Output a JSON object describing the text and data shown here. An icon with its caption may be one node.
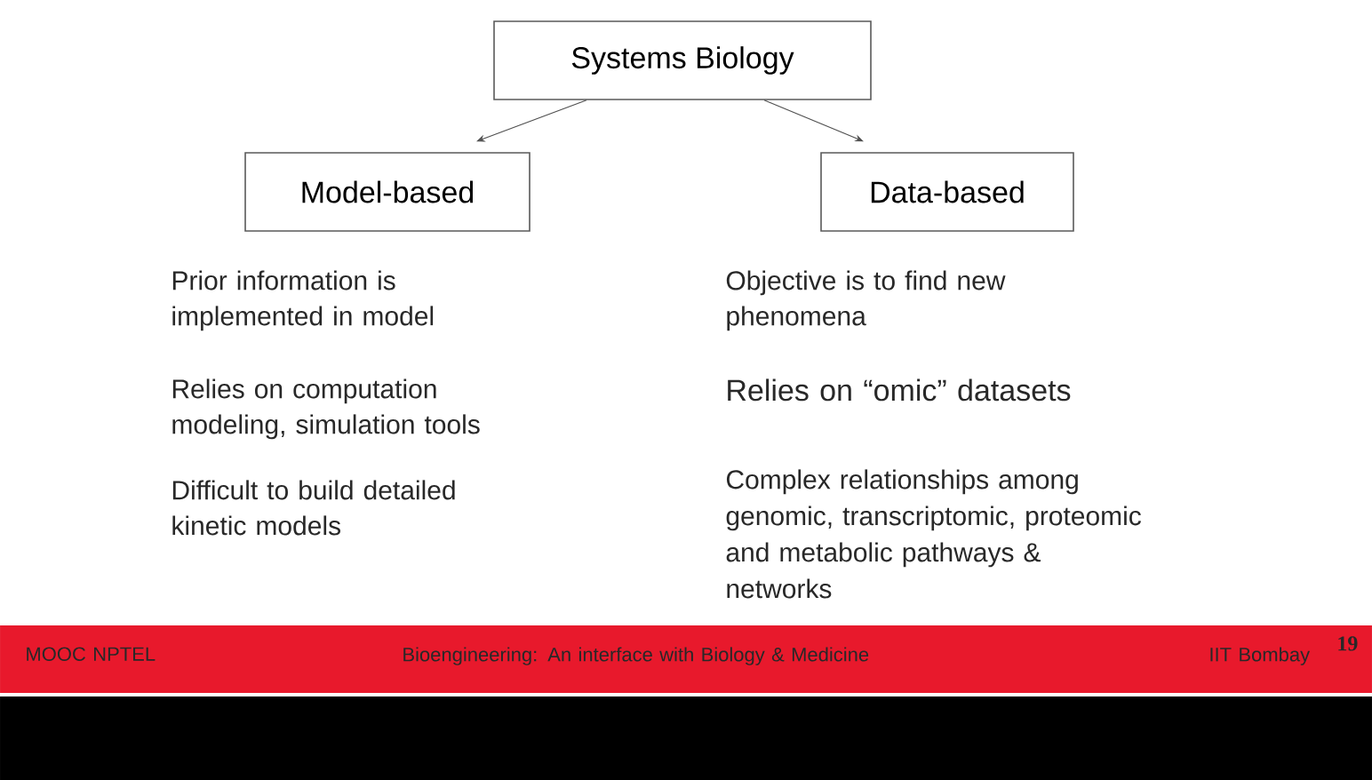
{
  "diagram": {
    "nodes": [
      {
        "text": [
          "Systems Biology"
        ]
      },
      {
        "text": [
          "Model-based"
        ]
      },
      {
        "text": [
          "Data-based"
        ]
      }
    ],
    "edges": [
      {
        "from": 0,
        "to": 1,
        "arrow": "to"
      },
      {
        "from": 0,
        "to": 2,
        "arrow": "to"
      }
    ],
    "labels": [
      "Prior information is implemented in model",
      "Objective is to find new phenomena",
      "Relies on computation modeling, simulation tools",
      "Relies on “omic” datasets",
      "Difficult to build detailed kinetic models",
      "Complex relationships among genomic, transcriptomic, proteomic and metabolic pathways & networks",
      "19",
      "MOOC NPTEL",
      "Bioengineering: An interface with Biology & Medicine",
      "IIT Bombay"
    ]
  }
}
